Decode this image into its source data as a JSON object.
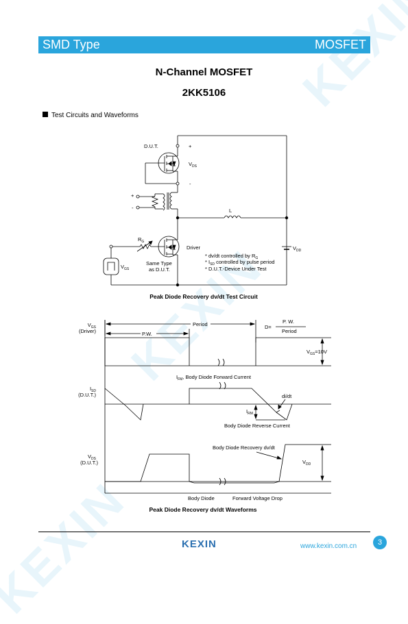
{
  "header": {
    "left": "SMD Type",
    "right": "MOSFET"
  },
  "title": "N-Channel MOSFET",
  "part_number": "2KK5106",
  "section_title": "Test Circuits and Waveforms",
  "watermark": "KEXIN",
  "circuit": {
    "dut_label": "D.U.T.",
    "plus": "+",
    "minus": "-",
    "vds_main": "V",
    "vds_sub": "DS",
    "inductor": "L",
    "rg_main": "R",
    "rg_sub": "G",
    "driver": "Driver",
    "vgs_main": "V",
    "vgs_sub": "GS",
    "same_type_1": "Same Type",
    "same_type_2": "as D.U.T.",
    "vdd_main": "V",
    "vdd_sub": "DD",
    "note1_pre": "* dv/dt controlled by R",
    "note1_sub": "G",
    "note2_pre": "* I",
    "note2_sub": "SD",
    "note2_post": " controlled by pulse period",
    "note3": "* D.U.T.-Device Under Test",
    "caption": "Peak Diode Recovery dv/dt Test Circuit"
  },
  "waveforms": {
    "vgs_main": "V",
    "vgs_sub": "GS",
    "driver": "(Driver)",
    "isd_main": "I",
    "isd_sub": "SD",
    "dut1": "(D.U.T.)",
    "vds_main": "V",
    "vds_sub": "DS",
    "dut2": "(D.U.T.)",
    "period": "Period",
    "pw": "P.W.",
    "d_eq": "D=",
    "frac_num": "P. W.",
    "frac_den": "Period",
    "vgs10_pre": "V",
    "vgs10_sub": "GS",
    "vgs10_post": "=10V",
    "ifm_main": "I",
    "ifm_sub": "FM",
    "ifm_text": ", Body Diode Forward Current",
    "didt": "di/dt",
    "irm_main": "I",
    "irm_sub": "RM",
    "reverse_current": "Body Diode Reverse Current",
    "recovery": "Body Diode Recovery dv/dt",
    "vdd_main": "V",
    "vdd_sub": "DD",
    "body_diode": "Body Diode",
    "fwd_drop": "Forward Voltage Drop",
    "caption": "Peak Diode Recovery dv/dt Waveforms"
  },
  "footer": {
    "logo": "KEXIN",
    "url": "www.kexin.com.cn",
    "page": "3"
  },
  "colors": {
    "accent": "#2aa5dc",
    "logo": "#2a6fb0"
  }
}
